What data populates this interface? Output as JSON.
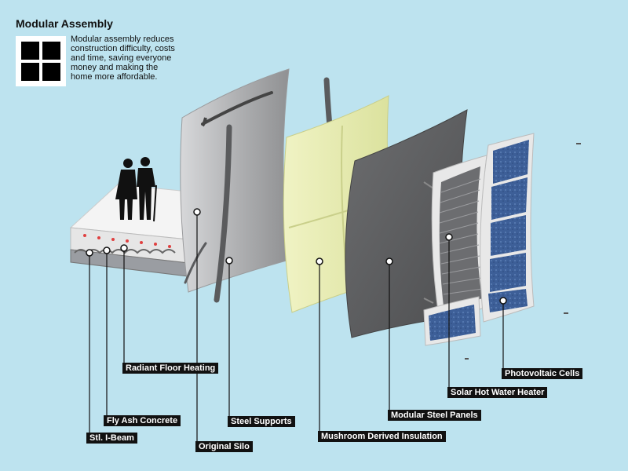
{
  "header": {
    "title": "Modular Assembly",
    "description": "Modular assembly reduces construction difficulty, costs and time, saving everyone money and making the home more affordable.",
    "icon": "four-squares-grid-icon"
  },
  "components": [
    {
      "id": "stl-i-beam",
      "label": "Stl. I-Beam"
    },
    {
      "id": "fly-ash-concrete",
      "label": "Fly Ash Concrete"
    },
    {
      "id": "radiant-floor-heating",
      "label": "Radiant Floor Heating"
    },
    {
      "id": "original-silo",
      "label": "Original Silo"
    },
    {
      "id": "steel-supports",
      "label": "Steel Supports"
    },
    {
      "id": "mushroom-derived-insulation",
      "label": "Mushroom Derived Insulation"
    },
    {
      "id": "modular-steel-panels",
      "label": "Modular Steel Panels"
    },
    {
      "id": "solar-hot-water-heater",
      "label": "Solar Hot Water Heater"
    },
    {
      "id": "photovoltaic-cells",
      "label": "Photovoltaic Cells"
    }
  ],
  "colors": {
    "background": "#bde3ef",
    "insulation": "#e8edb8",
    "steel_panel": "#5f6062",
    "silo": "#b8b9bb",
    "pv_cell": "#3d5f98",
    "label_bg": "#111111"
  }
}
